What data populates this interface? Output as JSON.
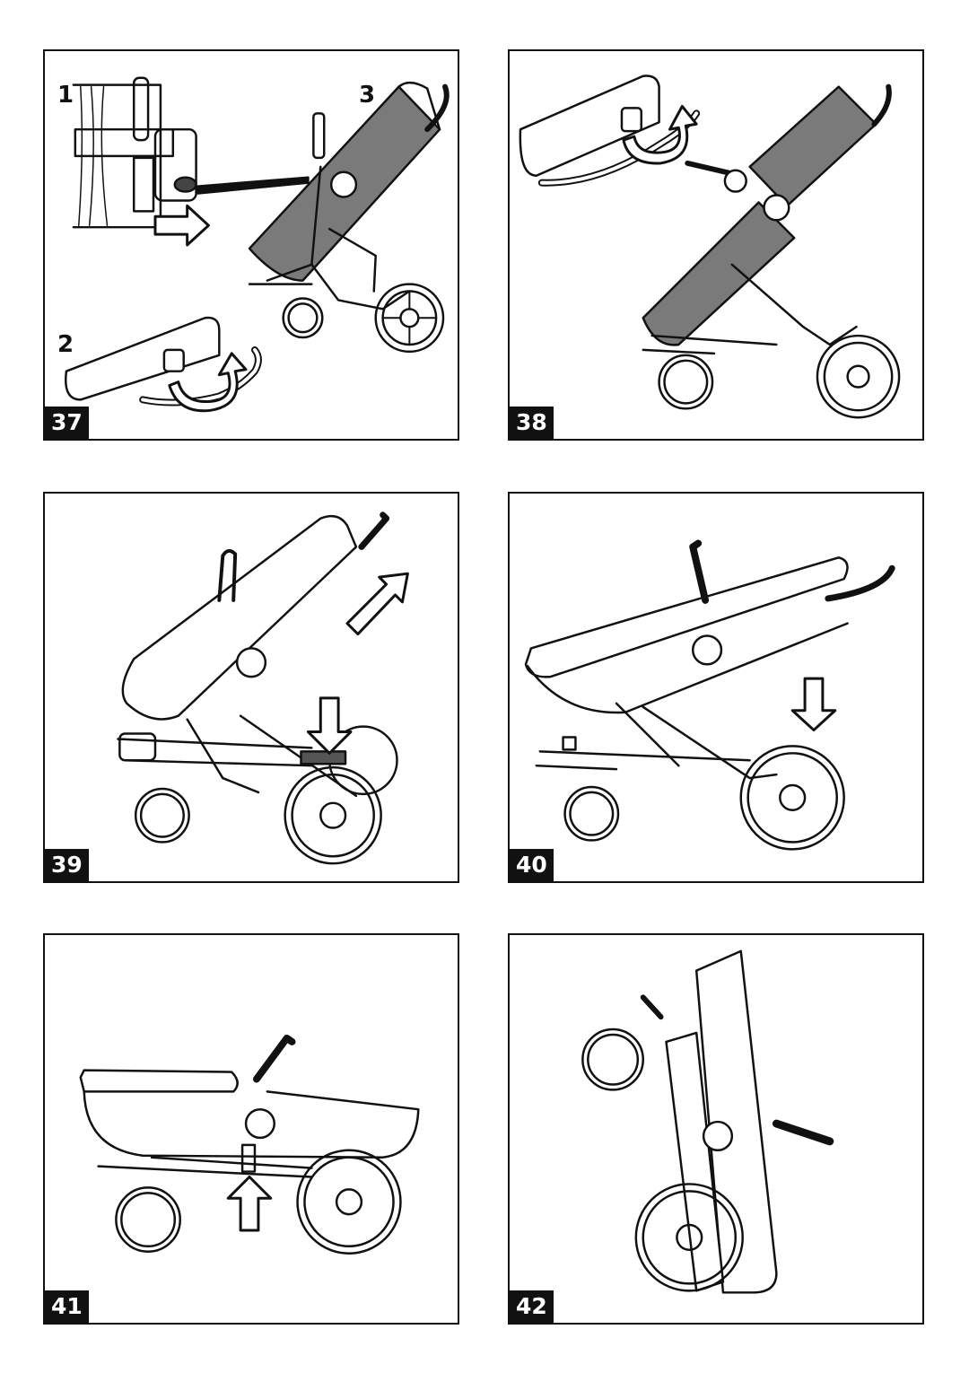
{
  "page": {
    "title": ""
  },
  "panels": [
    {
      "number": "37",
      "sublabels": [
        "1",
        "2",
        "3"
      ]
    },
    {
      "number": "38"
    },
    {
      "number": "39"
    },
    {
      "number": "40"
    },
    {
      "number": "41"
    },
    {
      "number": "42"
    }
  ],
  "colors": {
    "line": "#111111",
    "fabric": "#7a7a7a",
    "background": "#ffffff"
  },
  "icons": [
    "curved-arrow-icon",
    "arrow-right-icon",
    "arrow-down-icon",
    "arrow-up-icon",
    "arrow-diagonal-icon"
  ]
}
